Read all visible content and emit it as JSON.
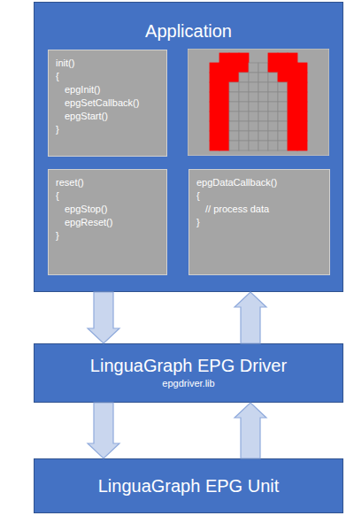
{
  "diagram": {
    "nodes": [
      {
        "text": [
          "Application"
        ]
      },
      {
        "text": [
          "init()",
          "{",
          "epgInit()",
          "epgSetCallback()",
          "epgStart()",
          "}"
        ],
        "in": 0
      },
      {
        "text": [
          "reset()",
          "{",
          "epgStop()",
          "epgReset()",
          "}"
        ],
        "in": 0
      },
      {
        "text": [
          "epgDataCallback()",
          "{",
          "// process data",
          "}"
        ],
        "in": 0
      },
      {
        "text": [
          "LinguaGraph EPG Driver",
          "epgdriver.lib"
        ]
      },
      {
        "text": [
          "LinguaGraph EPG Unit"
        ]
      }
    ],
    "edges": [
      {
        "from": 0,
        "to": 4,
        "arrow": "to"
      },
      {
        "from": 4,
        "to": 0,
        "arrow": "to"
      },
      {
        "from": 4,
        "to": 5,
        "arrow": "to"
      },
      {
        "from": 5,
        "to": 4,
        "arrow": "to"
      }
    ]
  }
}
